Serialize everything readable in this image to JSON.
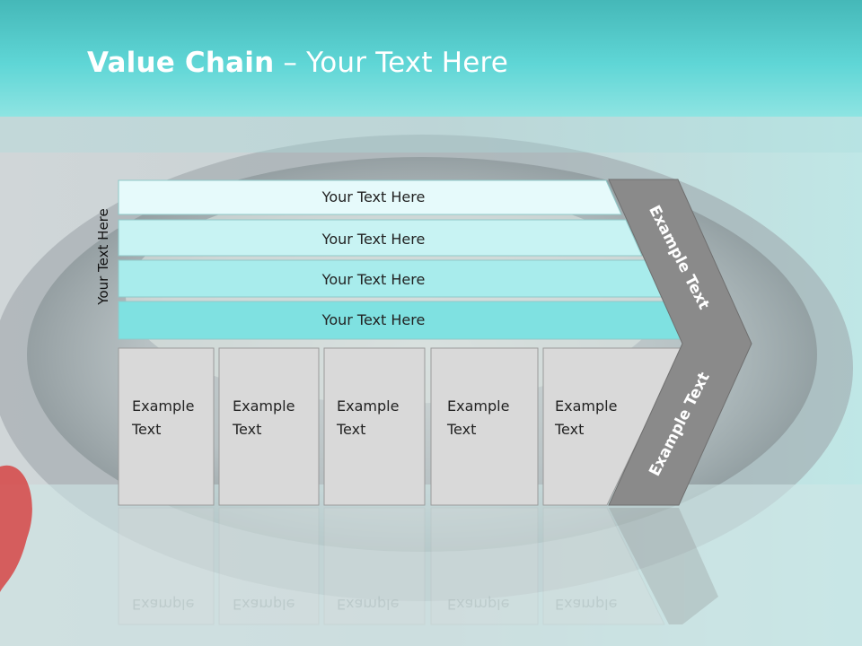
{
  "title": {
    "bold": "Value Chain",
    "rest": " – Your Text Here"
  },
  "side_label": "Your Text Here",
  "bars": [
    {
      "label": "Your Text Here",
      "color": "#e6fafb"
    },
    {
      "label": "Your Text Here",
      "color": "#c8f3f3"
    },
    {
      "label": "Your Text Here",
      "color": "#a8ecec"
    },
    {
      "label": "Your Text Here",
      "color": "#7fe1e1"
    }
  ],
  "boxes": [
    {
      "line1": "Example",
      "line2": "Text"
    },
    {
      "line1": "Example",
      "line2": "Text"
    },
    {
      "line1": "Example",
      "line2": "Text"
    },
    {
      "line1": "Example",
      "line2": "Text"
    },
    {
      "line1": "Example",
      "line2": "Text"
    }
  ],
  "chevron": {
    "top_text": "Example Text",
    "bottom_text": "Example Text",
    "color": "#8a8a8a"
  },
  "colors": {
    "header": "#4fcfcf",
    "box_fill": "#d9d9d9",
    "box_stroke": "#9a9a9a"
  }
}
